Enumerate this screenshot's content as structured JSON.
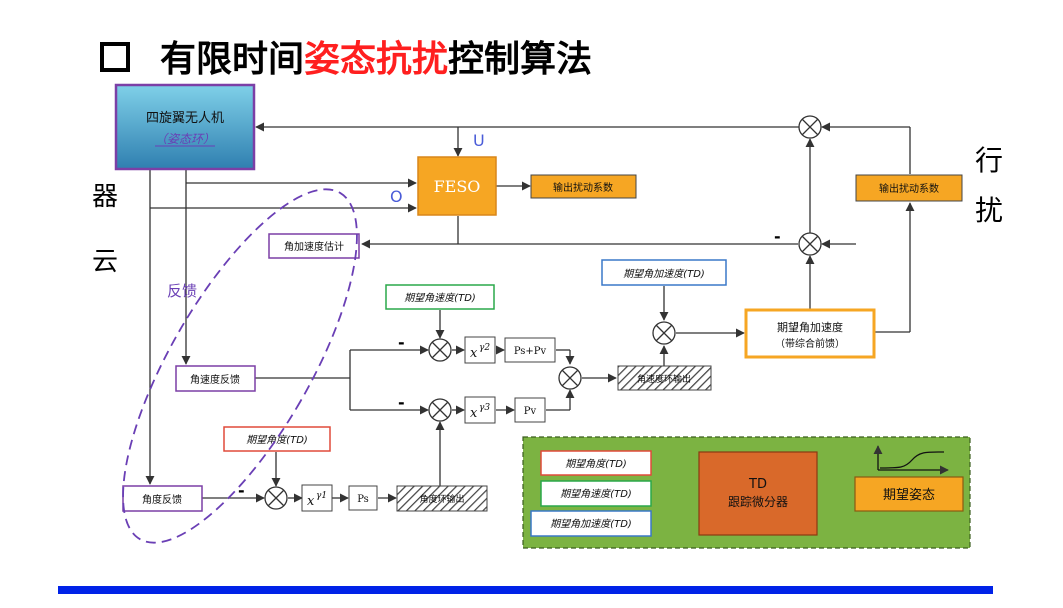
{
  "title": {
    "before": "有限时间",
    "highlight": "姿态抗扰",
    "after": "控制算法"
  },
  "uav": {
    "line1": "四旋翼无人机",
    "line2": "（姿态环）"
  },
  "feso": "FESO",
  "signals": {
    "u": "U",
    "o": "O",
    "minus": "-"
  },
  "blocks": {
    "output_coef_left": "输出扰动系数",
    "output_coef_right": "输出扰动系数",
    "ang_acc_est": "角加速度估计",
    "ang_rate_fb": "角速度反馈",
    "angle_fb": "角度反馈",
    "expected_ang_rate": "期望角速度(TD)",
    "expected_ang_acc": "期望角加速度(TD)",
    "expected_angle": "期望角度(TD)",
    "ang_acc_big_1": "期望角加速度",
    "ang_acc_big_2": "（带综合前馈）",
    "rate_loop_out": "角速度环输出",
    "angle_loop_out": "角度环输出",
    "pspv": "Ps+Pv",
    "pv": "Pv",
    "ps": "Ps"
  },
  "powers": {
    "g2": "γ2",
    "g3": "γ3",
    "g1": "γ1"
  },
  "feedback_label": "反馈",
  "td": {
    "out1": "期望角度(TD)",
    "out2": "期望角速度(TD)",
    "out3": "期望角加速度(TD)",
    "main1": "TD",
    "main2": "跟踪微分器",
    "input": "期望姿态"
  },
  "edge_text": {
    "r1": "行",
    "r2": "扰",
    "l1": "器",
    "l2": "云"
  },
  "colors": {
    "red": "#ff1f1f",
    "feso": "#f6a623",
    "td_bg": "#7cb342",
    "bar": "#0022e8"
  }
}
